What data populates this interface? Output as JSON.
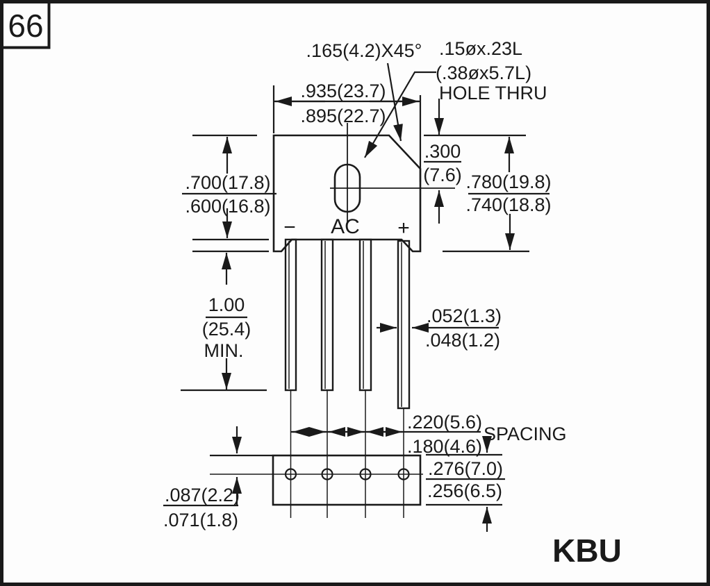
{
  "page": {
    "number": "66",
    "part_code": "KBU"
  },
  "notes": {
    "chamfer": ".165(4.2)X45°",
    "hole_size_in": ".15øx.23L",
    "hole_size_mm": "(.38øx5.7L)",
    "hole_thru": "HOLE THRU"
  },
  "front_view": {
    "terminals": {
      "minus": "−",
      "ac": "AC",
      "plus": "+"
    },
    "width": {
      "max": ".935(23.7)",
      "min": ".895(22.7)"
    },
    "body_height": {
      "max": ".700(17.8)",
      "min": ".600(16.8)"
    },
    "hole_center": {
      "max": ".300",
      "min": "(7.6)"
    },
    "overall_height": {
      "max": ".780(19.8)",
      "min": ".740(18.8)"
    },
    "lead_length": {
      "value": "1.00",
      "mm": "(25.4)",
      "qualifier": "MIN."
    },
    "lead_width": {
      "max": ".052(1.3)",
      "min": ".048(1.2)"
    }
  },
  "bottom_view": {
    "spacing": {
      "max": ".220(5.6)",
      "min": ".180(4.6)",
      "label": "SPACING"
    },
    "hole_offset": {
      "max": ".087(2.2)",
      "min": ".071(1.8)"
    },
    "depth": {
      "max": ".276(7.0)",
      "min": ".256(6.5)"
    }
  },
  "colors": {
    "ink": "#1a1a1a",
    "paper": "#fdfdfd"
  }
}
